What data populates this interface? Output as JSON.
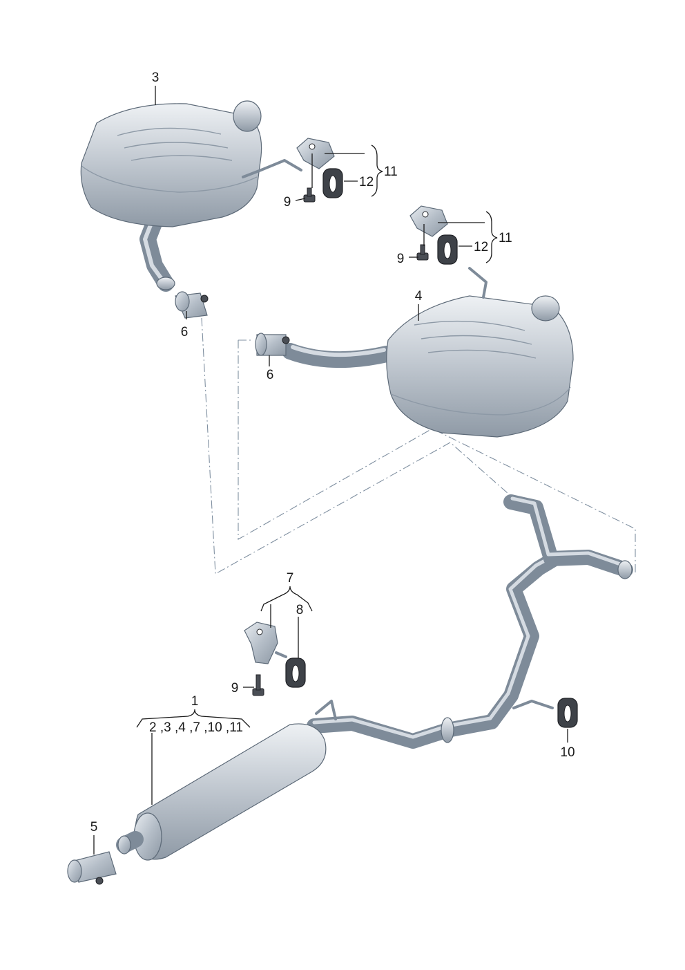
{
  "callouts": {
    "muffler_rear_left": "3",
    "muffler_rear_right": "4",
    "clamp_upper": "6",
    "clamp_middle": "6",
    "clamp_front": "5",
    "bracket_assembly_upper": "11",
    "rubber_mount_upper": "12",
    "bracket_assembly_middle": "11",
    "rubber_mount_middle": "12",
    "bolt_upper": "9",
    "bolt_middle": "9",
    "bolt_lower": "9",
    "bracket_assembly_lower": "7",
    "rubber_mount_lower": "8",
    "rubber_mount_right": "10",
    "exhaust_system": "1",
    "exhaust_system_includes": "2 ,3 ,4 ,7 ,10 ,11"
  }
}
